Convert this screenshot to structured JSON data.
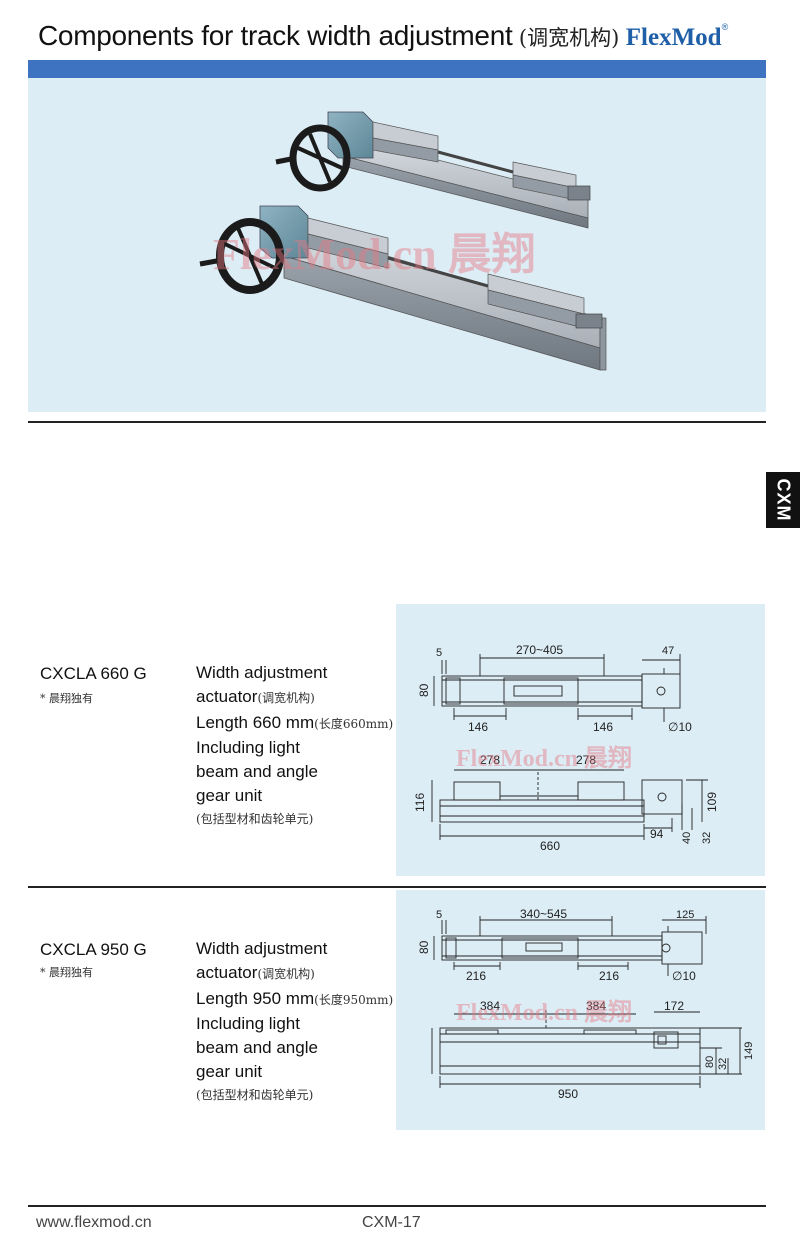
{
  "header": {
    "title": "Components for track width adjustment",
    "title_cn": "(调宽机构)",
    "brand": "FlexMod",
    "brand_mark": "®"
  },
  "colors": {
    "accent_bar": "#3d73c0",
    "panel_bg": "#dcedf5",
    "brand": "#1f5fa8",
    "watermark": "#e67882"
  },
  "hero": {
    "watermark": "FlexMod.cn 晨翔"
  },
  "side_tab": {
    "label": "CXM"
  },
  "products": [
    {
      "code": "CXCLA 660  G",
      "tag": "* 晨翔独有",
      "desc": {
        "l1": "Width adjustment",
        "l2": "actuator",
        "l2_cn": "(调宽机构)",
        "l3": "Length 660 mm",
        "l3_cn": "(长度660mm)",
        "l4": "Including light",
        "l5": "beam and angle",
        "l6": "gear unit",
        "l7_cn": "(包括型材和齿轮单元)"
      },
      "drawing": {
        "watermark": "FlexMod.cn 晨翔",
        "dims": {
          "gap": "5",
          "range": "270~405",
          "end": "47",
          "height": "80",
          "left_pitch": "146",
          "right_pitch": "146",
          "hole": "∅10",
          "top_left": "278",
          "top_right": "278",
          "side_height": "116",
          "right_height": "109",
          "small_a": "94",
          "small_b": "40",
          "small_c": "32",
          "length": "660"
        }
      }
    },
    {
      "code": "CXCLA 950  G",
      "tag": "* 晨翔独有",
      "desc": {
        "l1": "Width adjustment",
        "l2": "actuator",
        "l2_cn": "(调宽机构)",
        "l3": "Length 950 mm",
        "l3_cn": "(长度950mm)",
        "l4": "Including light",
        "l5": "beam and angle",
        "l6": "gear unit",
        "l7_cn": "(包括型材和齿轮单元)"
      },
      "drawing": {
        "watermark": "FlexMod.cn 晨翔",
        "dims": {
          "gap": "5",
          "range": "340~545",
          "end": "125",
          "height": "80",
          "left_pitch": "216",
          "right_pitch": "216",
          "hole": "∅10",
          "top_left": "384",
          "top_right": "384",
          "top_end": "172",
          "small_a": "80",
          "small_b": "32",
          "right_height": "149",
          "length": "950"
        }
      }
    }
  ],
  "footer": {
    "url": "www.flexmod.cn",
    "page": "CXM-17"
  }
}
